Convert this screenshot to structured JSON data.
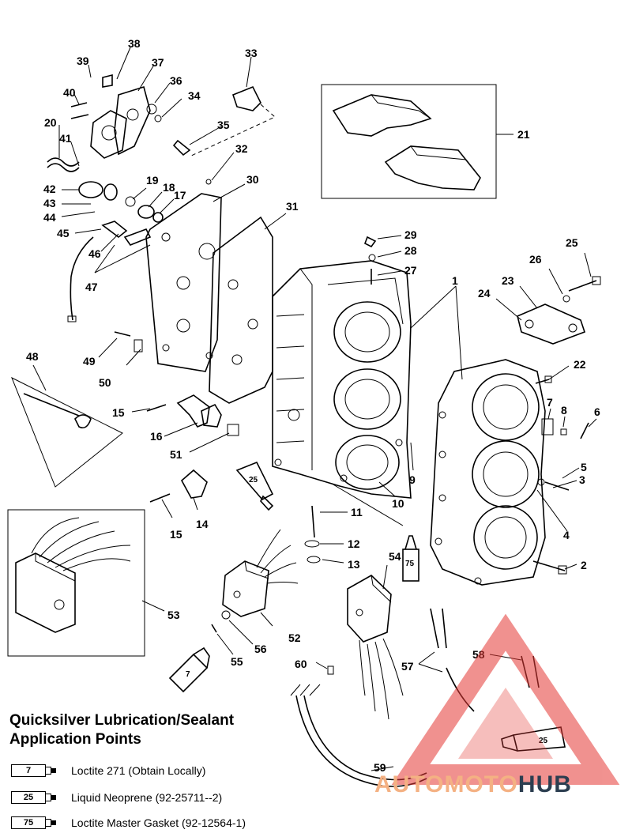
{
  "callouts": {
    "c1": "1",
    "c2": "2",
    "c3": "3",
    "c4": "4",
    "c5": "5",
    "c6": "6",
    "c7": "7",
    "c8": "8",
    "c9": "9",
    "c10": "10",
    "c11": "11",
    "c12": "12",
    "c13": "13",
    "c14": "14",
    "c15a": "15",
    "c15b": "15",
    "c16": "16",
    "c17": "17",
    "c18": "18",
    "c19": "19",
    "c20": "20",
    "c21": "21",
    "c22": "22",
    "c23": "23",
    "c24": "24",
    "c25": "25",
    "c26": "26",
    "c27": "27",
    "c28": "28",
    "c29": "29",
    "c30": "30",
    "c31": "31",
    "c32": "32",
    "c33": "33",
    "c34": "34",
    "c35": "35",
    "c36": "36",
    "c37": "37",
    "c38": "38",
    "c39": "39",
    "c40": "40",
    "c41": "41",
    "c42": "42",
    "c43": "43",
    "c44": "44",
    "c45": "45",
    "c46": "46",
    "c47": "47",
    "c48": "48",
    "c49": "49",
    "c50": "50",
    "c51": "51",
    "c52": "52",
    "c53": "53",
    "c54": "54",
    "c55": "55",
    "c56": "56",
    "c57": "57",
    "c58": "58",
    "c59": "59",
    "c60": "60"
  },
  "tube_labels": {
    "t25a": "25",
    "t75a": "75",
    "t7a": "7",
    "t25b": "25"
  },
  "legend": {
    "title_line1": "Quicksilver Lubrication/Sealant",
    "title_line2": "Application Points",
    "items": [
      {
        "code": "7",
        "text": "Loctite 271 (Obtain Locally)"
      },
      {
        "code": "25",
        "text": "Liquid Neoprene (92-25711--2)"
      },
      {
        "code": "75",
        "text": "Loctite Master Gasket (92-12564-1)"
      }
    ]
  },
  "watermark": {
    "part1": "AUTOMOTO",
    "part2": "HUB"
  },
  "colors": {
    "ink": "#000000",
    "watermark_red": "#e53935",
    "watermark_orange": "#f4b183",
    "watermark_dark": "#2c3e50"
  }
}
